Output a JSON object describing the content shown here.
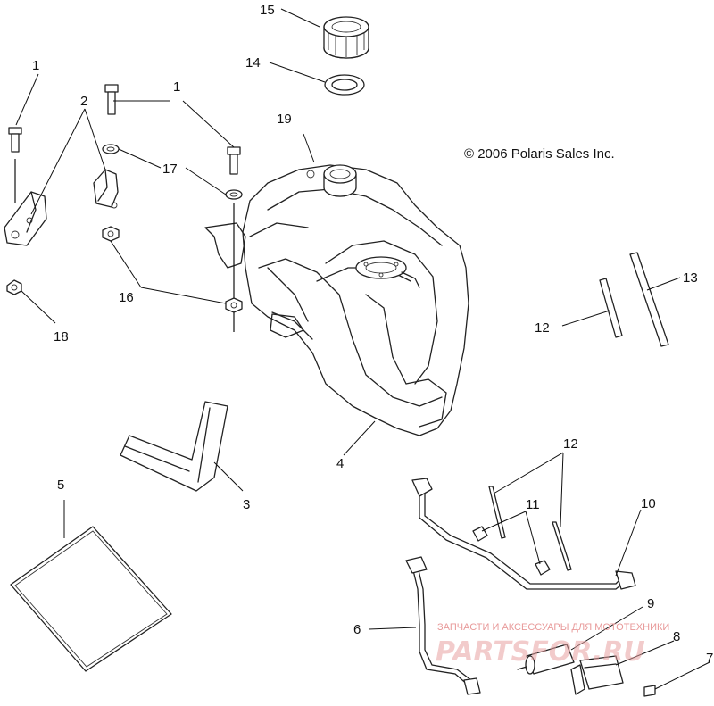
{
  "copyright": "© 2006 Polaris Sales Inc.",
  "watermark": {
    "tagline": "ЗАПЧАСТИ И АКСЕССУАРЫ ДЛЯ МОТОТЕХНИКИ",
    "logo_text": "PARTSFOR.RU"
  },
  "callouts": [
    {
      "id": "c1a",
      "text": "1"
    },
    {
      "id": "c1b",
      "text": "1"
    },
    {
      "id": "c2",
      "text": "2"
    },
    {
      "id": "c3",
      "text": "3"
    },
    {
      "id": "c4",
      "text": "4"
    },
    {
      "id": "c5",
      "text": "5"
    },
    {
      "id": "c6",
      "text": "6"
    },
    {
      "id": "c7",
      "text": "7"
    },
    {
      "id": "c8",
      "text": "8"
    },
    {
      "id": "c9",
      "text": "9"
    },
    {
      "id": "c10",
      "text": "10"
    },
    {
      "id": "c11",
      "text": "11"
    },
    {
      "id": "c12a",
      "text": "12"
    },
    {
      "id": "c12b",
      "text": "12"
    },
    {
      "id": "c13",
      "text": "13"
    },
    {
      "id": "c14",
      "text": "14"
    },
    {
      "id": "c15",
      "text": "15"
    },
    {
      "id": "c16",
      "text": "16"
    },
    {
      "id": "c17",
      "text": "17"
    },
    {
      "id": "c18",
      "text": "18"
    },
    {
      "id": "c19",
      "text": "19"
    }
  ]
}
